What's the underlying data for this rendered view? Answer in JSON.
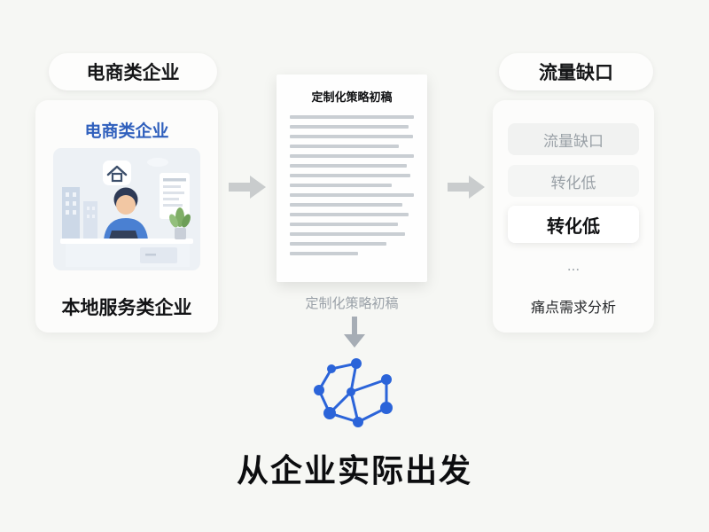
{
  "colors": {
    "background": "#f6f7f4",
    "accent_blue": "#3060bd",
    "network_icon_blue": "#2b64d9",
    "muted_text": "#9aa1a8",
    "arrow_gray": "#c9cccd"
  },
  "left_panel": {
    "pill_label": "电商类企业",
    "card_title": "电商类企业",
    "illustration": "person-at-desk-workspace",
    "caption": "本地服务类企业"
  },
  "center_panel": {
    "document_title": "定制化策略初稿",
    "document_caption": "定制化策略初稿",
    "headline": "从企业实际出发"
  },
  "right_panel": {
    "pill_label": "流量缺口",
    "items": [
      {
        "label": "流量缺口",
        "highlight": false
      },
      {
        "label": "转化低",
        "highlight": false
      },
      {
        "label": "转化低",
        "highlight": true
      },
      {
        "label": "...",
        "highlight": false
      }
    ],
    "caption": "痛点需求分析"
  }
}
